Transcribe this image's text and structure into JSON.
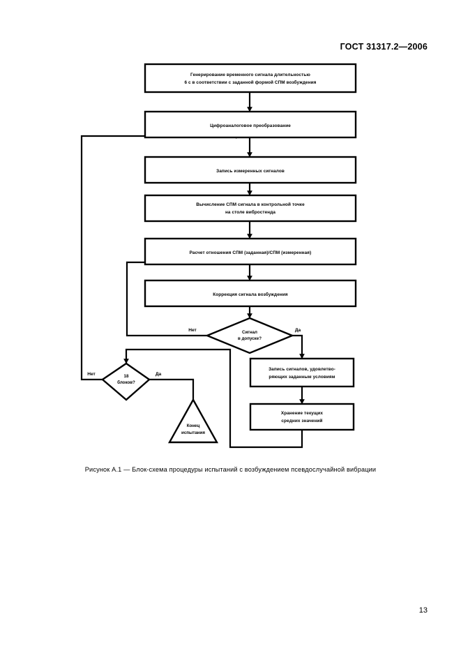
{
  "document": {
    "header": "ГОСТ 31317.2—2006",
    "page_number": "13",
    "figure_caption": "Рисунок А.1 —  Блок-схема процедуры испытаний с возбуждением псевдослучайной вибрации"
  },
  "flowchart": {
    "title": "Блок-схема процедуры испытаний с возбуждением псевдослучайной вибрации",
    "colors": {
      "stroke": "#000000",
      "fill": "#ffffff",
      "text": "#000000"
    },
    "nodes": [
      {
        "id": "n1",
        "type": "process",
        "line1": "Генерирование временного сигнала длительностью",
        "line2": "6 с в соответствии с заданной формой СПМ возбуждения"
      },
      {
        "id": "n2",
        "type": "process",
        "line1": "Цифроаналоговое преобразование",
        "line2": ""
      },
      {
        "id": "n3",
        "type": "process",
        "line1": "Запись измеренных сигналов",
        "line2": ""
      },
      {
        "id": "n4",
        "type": "process",
        "line1": "Вычисление СПМ сигнала в контрольной точке",
        "line2": "на столе вибростенда"
      },
      {
        "id": "n5",
        "type": "process",
        "line1": "Расчет отношения СПМ (заданная)/СПМ (измеренная)",
        "line2": ""
      },
      {
        "id": "n6",
        "type": "process",
        "line1": "Коррекция сигнала возбуждения",
        "line2": ""
      },
      {
        "id": "d1",
        "type": "decision",
        "line1": "Сигнал",
        "line2": "в допуске?",
        "no_label": "Нет",
        "yes_label": "Да"
      },
      {
        "id": "n7",
        "type": "process",
        "line1": "Запись сигналов, удовлетво-",
        "line2": "ряющих заданным условиям"
      },
      {
        "id": "n8",
        "type": "process",
        "line1": "Хранение текущих",
        "line2": "средних значений"
      },
      {
        "id": "d2",
        "type": "decision",
        "line1": "18",
        "line2": "блоков?",
        "no_label": "Нет",
        "yes_label": "Да"
      },
      {
        "id": "t1",
        "type": "terminator-triangle",
        "line1": "Конец",
        "line2": "испытания"
      }
    ]
  }
}
